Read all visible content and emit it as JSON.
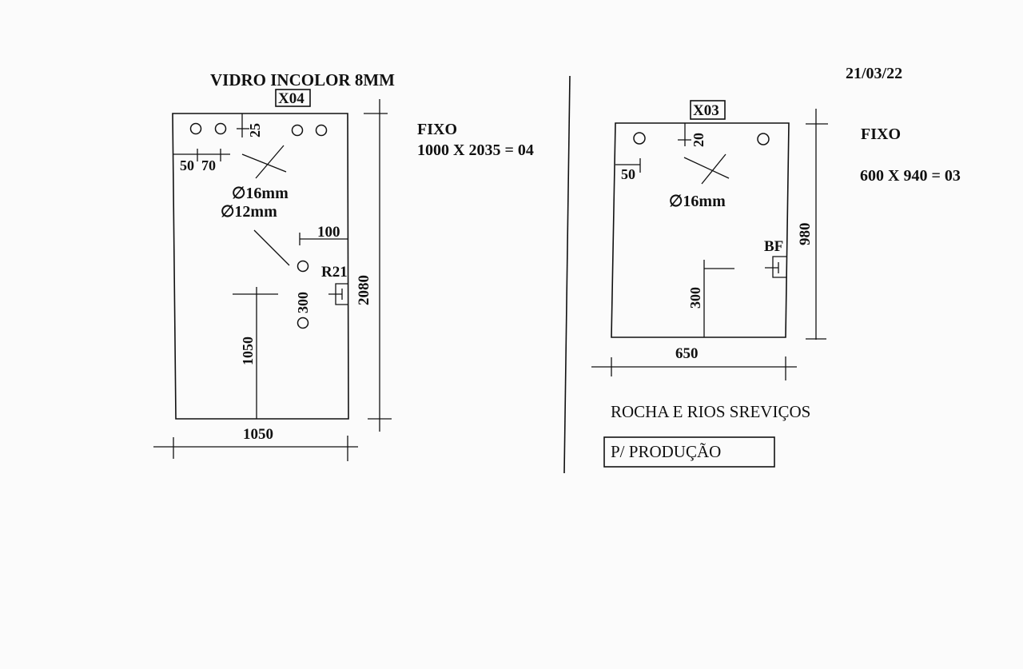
{
  "date": "21/03/22",
  "company": "ROCHA E RIOS SREVIÇOS",
  "stamp": "P/ PRODUÇÃO",
  "left_piece": {
    "title": "VIDRO INCOLOR 8MM",
    "code": "X04",
    "type_label": "FIXO",
    "spec": "1000 X 2035 = 04",
    "dim_25": "25",
    "dim_50": "50",
    "dim_70": "70",
    "hole_16": "∅16mm",
    "hole_12": "∅12mm",
    "dim_100": "100",
    "r21": "R21",
    "dim_300": "300",
    "dim_height": "2080",
    "dim_1050_vert": "1050",
    "dim_width": "1050"
  },
  "right_piece": {
    "code": "X03",
    "type_label": "FIXO",
    "spec": "600 X 940 = 03",
    "dim_20": "20",
    "dim_50": "50",
    "hole_16": "∅16mm",
    "bf": "BF",
    "dim_height": "980",
    "dim_300": "300",
    "dim_width": "650"
  }
}
